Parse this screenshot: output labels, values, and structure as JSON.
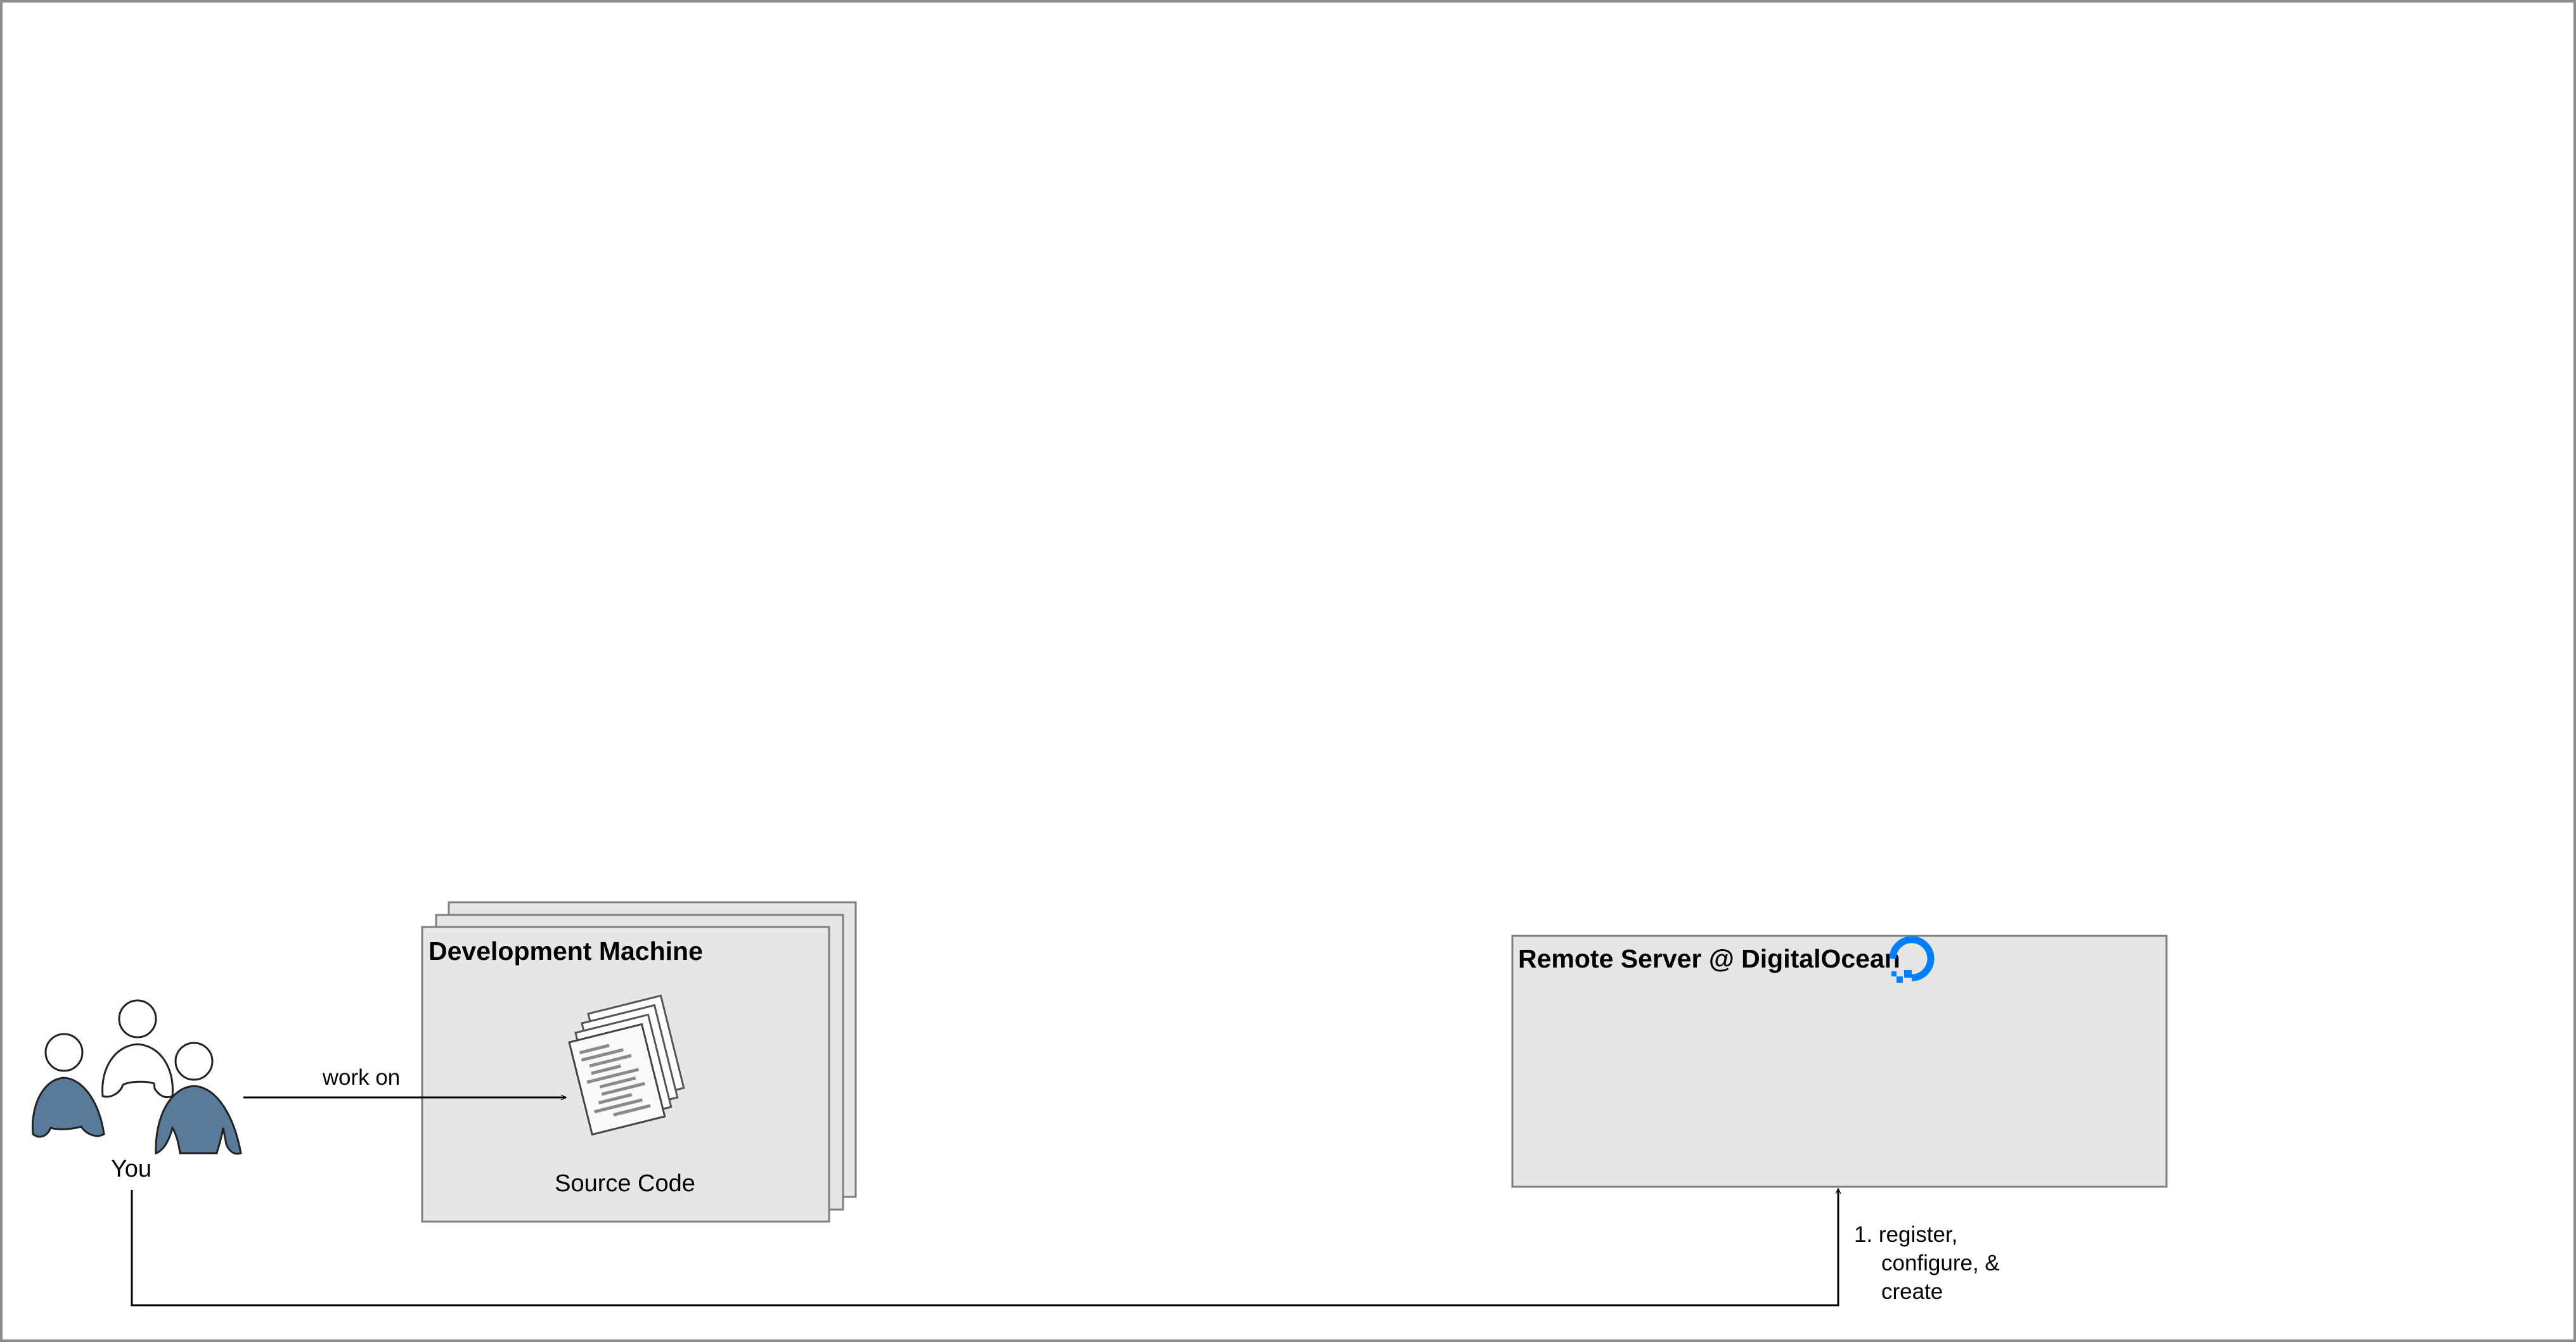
{
  "diagram": {
    "actor": {
      "label": "You"
    },
    "dev_machine": {
      "title": "Development Machine"
    },
    "source_code": {
      "label": "Source Code"
    },
    "remote_server": {
      "title": "Remote Server @ DigitalOcean",
      "logo_icon": "digitalocean-logo-icon"
    },
    "edges": {
      "work_on": {
        "label": "work on"
      },
      "register": {
        "label_lines": [
          "1. register,",
          "configure, &",
          "create"
        ]
      }
    },
    "colors": {
      "box_fill": "#e6e6e6",
      "box_stroke": "#7f7f7f",
      "person_fill": "#5a7a99",
      "digitalocean_blue": "#0080ff"
    }
  }
}
